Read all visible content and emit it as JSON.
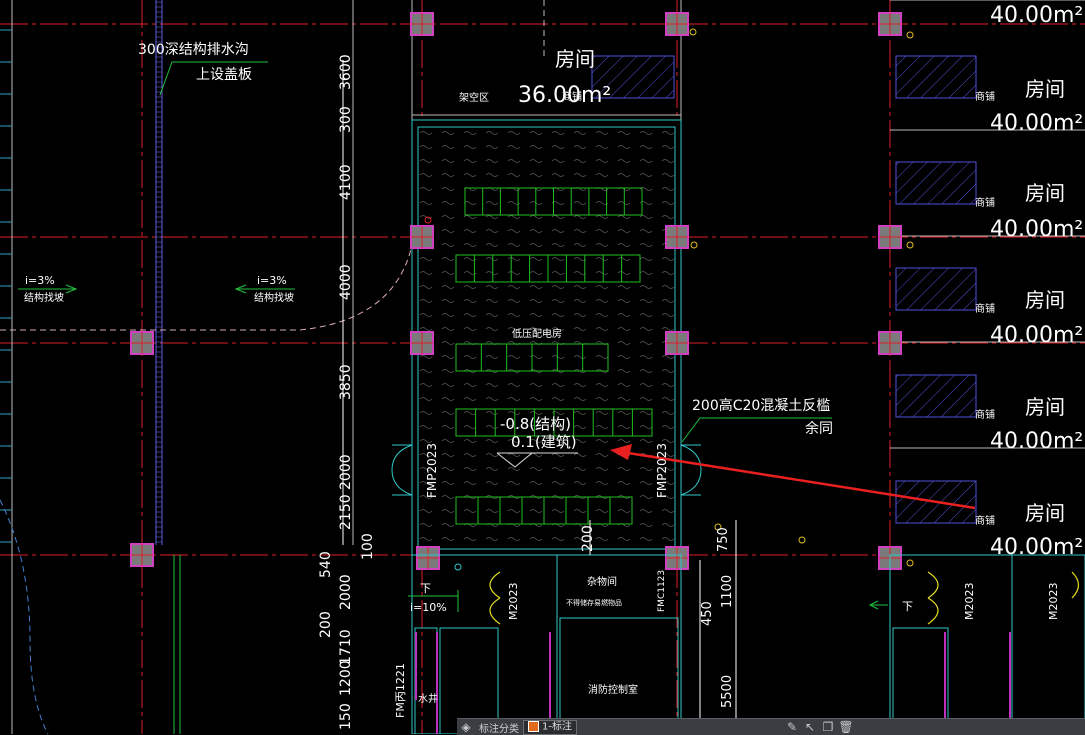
{
  "colors": {
    "background": "#000000",
    "axis_line": "#e0202a",
    "room_label": "#ffffff",
    "room_divider": "#ffffff",
    "hatch": "#5050d8",
    "cabinet": "#20c020",
    "wall_cyan": "#30c8c8",
    "column_marker": "#d040c0",
    "door": "#e8e020",
    "annotation_arrow": "#e82020",
    "dimension": "#ffffff"
  },
  "rooms_right": [
    {
      "name": "房间",
      "area": "40.00m²",
      "tag": "商铺"
    },
    {
      "name": "房间",
      "area": "40.00m²",
      "tag": "商铺"
    },
    {
      "name": "房间",
      "area": "40.00m²",
      "tag": "商铺"
    },
    {
      "name": "房间",
      "area": "40.00m²",
      "tag": "商铺"
    },
    {
      "name": "房间",
      "area": "40.00m²",
      "tag": "商铺"
    }
  ],
  "top_area_label": "40.00m²",
  "room_top": {
    "name": "房间",
    "area": "36.00m²",
    "tag": "商铺",
    "side_label": "架空区"
  },
  "drain_note": {
    "line1": "300深结构排水沟",
    "line2": "上设盖板"
  },
  "slopes": [
    {
      "ratio": "i=3%",
      "note": "结构找坡"
    },
    {
      "ratio": "i=3%",
      "note": "结构找坡"
    }
  ],
  "substation": {
    "title": "低压配电房",
    "elev_structure": "-0.8(结构)",
    "elev_building": "0.1(建筑)",
    "door_left": "FMP2023",
    "door_right": "FMP2023",
    "sill_label": "200"
  },
  "curb_note": {
    "line1": "200高C20混凝土反槛",
    "line2": "余同"
  },
  "left_dims": [
    "3600",
    "300",
    "4100",
    "4000",
    "3850",
    "2000",
    "2150",
    "540",
    "100",
    "2000",
    "200",
    "1710",
    "1200",
    "150"
  ],
  "mid_dims": [
    "750",
    "1100",
    "450",
    "5500"
  ],
  "lower_rooms": {
    "storage": "杂物间",
    "storage_note": "不得储存易燃物品",
    "fire_control": "消防控制室",
    "water_well": "水井",
    "door_m1": "M2023",
    "door_m2": "M2023",
    "door_m3": "M2023",
    "door_fmc": "FMC1123",
    "door_fmb": "FM丙1221",
    "slope_down": "下",
    "slope_ratio": "i=10%",
    "slope_down_right": "下"
  },
  "status_bar": {
    "layer_label": "标注分类",
    "current_layer": "1-标注",
    "icons": [
      "layers-icon",
      "pencil-icon",
      "cursor-icon",
      "copy-icon",
      "delete-icon"
    ]
  }
}
